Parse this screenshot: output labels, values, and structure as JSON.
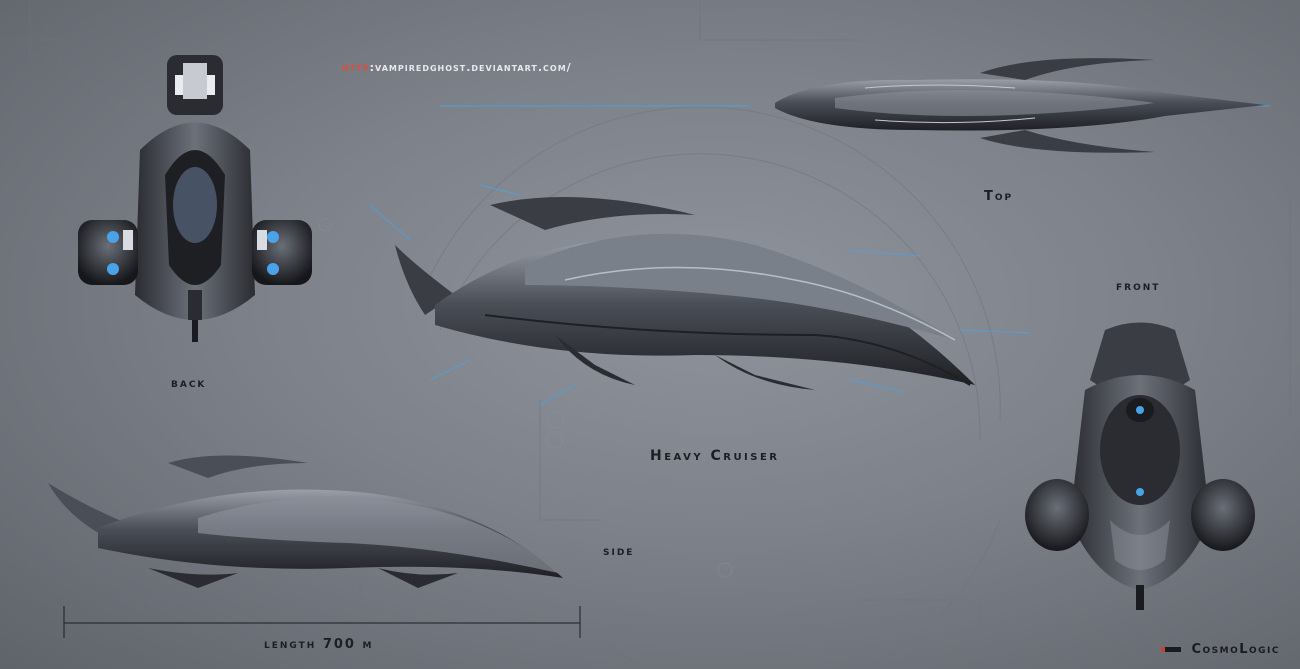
{
  "watermark_url": {
    "prefix": "http",
    "rest": ":vampiredghost.deviantart.com/"
  },
  "views": {
    "top": "Top",
    "front": "front",
    "back": "back",
    "side": "side"
  },
  "ship_class": "Heavy Cruiser",
  "length_label": "length 700 m",
  "brand": "CosmoLogic",
  "colors": {
    "background": "#7d8189",
    "hull": "#3a3d44",
    "hull_light": "#8a8f98",
    "thruster_glow": "#4aa3e8",
    "label": "#1c1e22",
    "accent": "#e04d3a"
  }
}
